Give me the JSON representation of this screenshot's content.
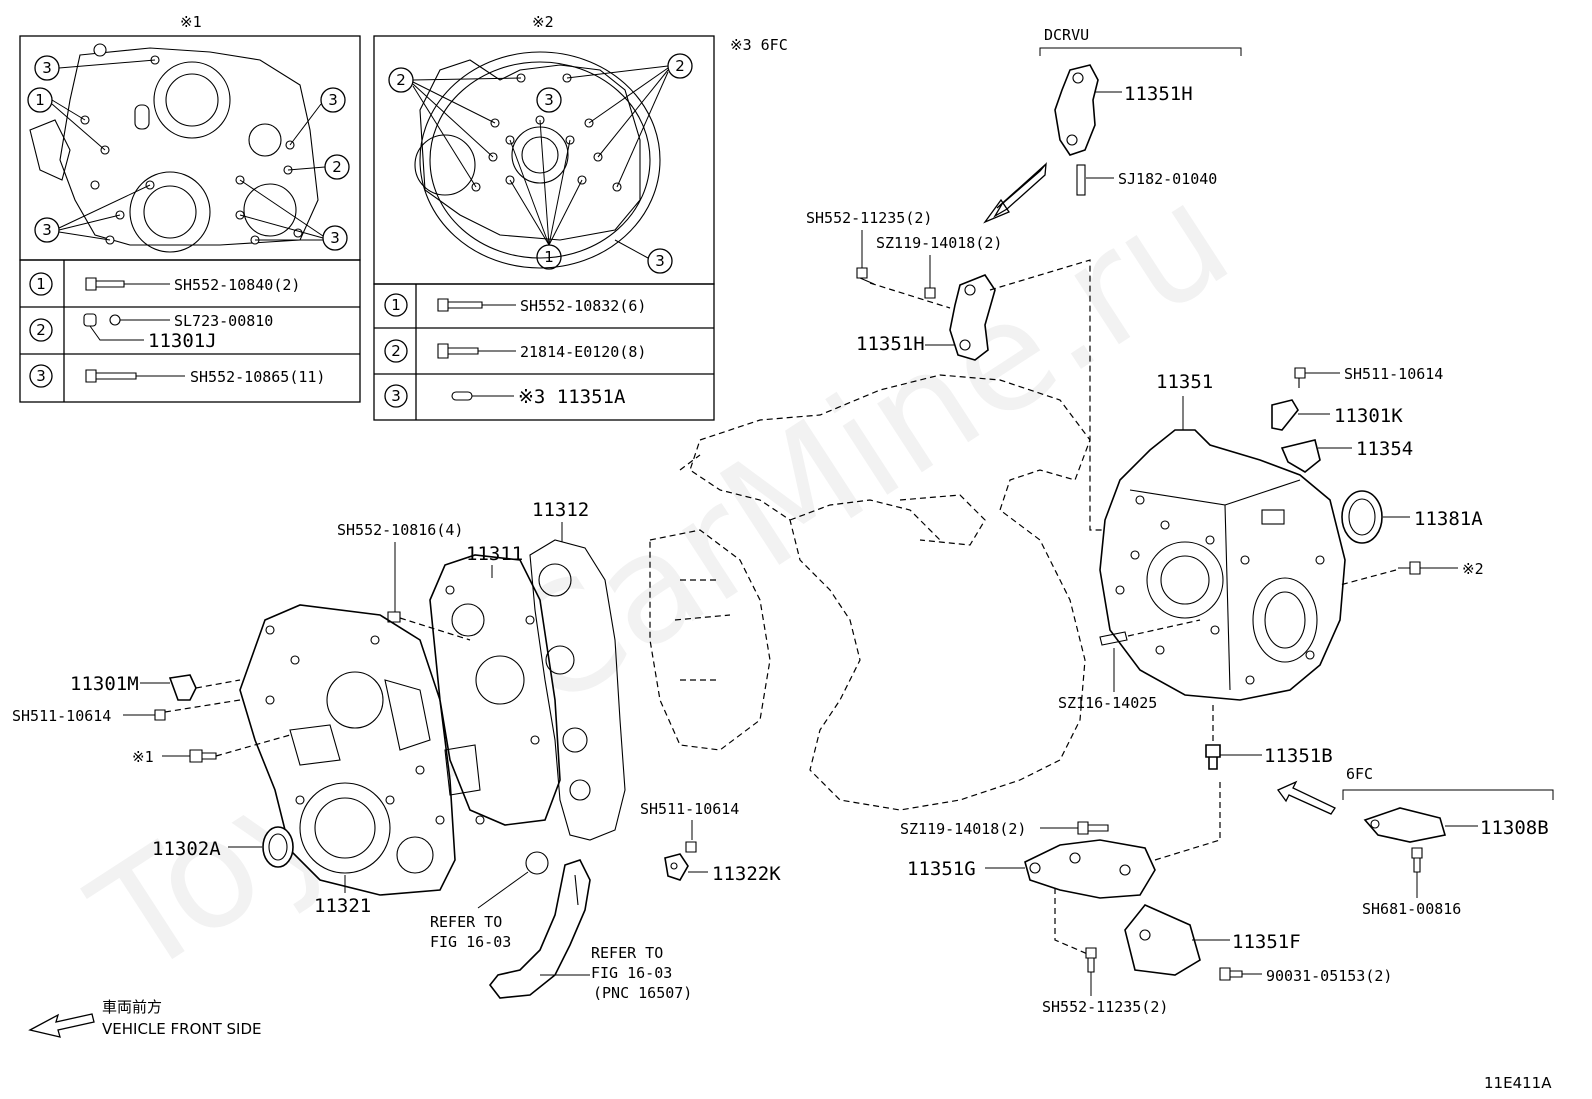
{
  "diagram_id": "11E411A",
  "watermark": "ToyotaCarMine.ru",
  "front_note": {
    "jp": "車両前方",
    "en": "VEHICLE FRONT SIDE"
  },
  "box1": {
    "title": "※1",
    "callouts": [
      "①",
      "②",
      "③"
    ],
    "rows": [
      {
        "num": "①",
        "part": "SH552-10840(2)"
      },
      {
        "num": "②",
        "part": "SL723-00810",
        "part2": "11301J"
      },
      {
        "num": "③",
        "part": "SH552-10865(11)"
      }
    ]
  },
  "box2": {
    "title": "※2",
    "note": "※3 6FC",
    "rows": [
      {
        "num": "①",
        "part": "SH552-10832(6)"
      },
      {
        "num": "②",
        "part": "21814-E0120(8)"
      },
      {
        "num": "③",
        "part": "※3 11351A"
      }
    ]
  },
  "dcrvu": "DCRVU",
  "sixfc": "6FC",
  "labels": {
    "p11351H_top": "11351H",
    "pSJ182": "SJ182-01040",
    "pSH552_11235_top": "SH552-11235(2)",
    "pSZ119_top": "SZ119-14018(2)",
    "p11351H_mid": "11351H",
    "p11351": "11351",
    "pSH511_right": "SH511-10614",
    "p11301K": "11301K",
    "p11354": "11354",
    "p11381A": "11381A",
    "pX2": "※2",
    "pSZ116": "SZ116-14025",
    "p11351B": "11351B",
    "p11308B": "11308B",
    "pSH681": "SH681-00816",
    "pSZ119_bot": "SZ119-14018(2)",
    "p11351G": "11351G",
    "p11351F": "11351F",
    "p90031": "90031-05153(2)",
    "pSH552_11235_bot": "SH552-11235(2)",
    "pSH552_10816": "SH552-10816(4)",
    "p11312": "11312",
    "p11311": "11311",
    "p11301M": "11301M",
    "pSH511_left": "SH511-10614",
    "pX1": "※1",
    "p11302A": "11302A",
    "p11321": "11321",
    "pSH511_mid": "SH511-10614",
    "p11322K": "11322K",
    "refer1a": "REFER TO",
    "refer1b": "FIG 16-03",
    "refer2a": "REFER TO",
    "refer2b": "FIG 16-03",
    "refer2c": "(PNC 16507)"
  }
}
